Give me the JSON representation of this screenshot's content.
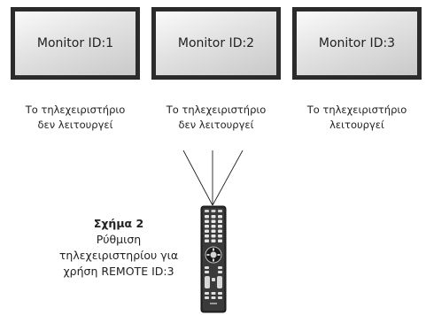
{
  "monitors": [
    {
      "label": "Monitor ID:1",
      "caption_line1": "Το τηλεχειριστήριο",
      "caption_line2": "δεν λειτουργεί"
    },
    {
      "label": "Monitor ID:2",
      "caption_line1": "Το τηλεχειριστήριο",
      "caption_line2": "δεν λειτουργεί"
    },
    {
      "label": "Monitor ID:3",
      "caption_line1": "Το τηλεχειριστήριο",
      "caption_line2": "λειτουργεί"
    }
  ],
  "figure": {
    "title": "Σχήμα 2",
    "line1": "Ρύθμιση",
    "line2": "τηλεχειριστηρίου για",
    "line3": "χρήση REMOTE ID:3"
  },
  "colors": {
    "monitor_frame": "#2b2b2b",
    "screen": "#e2e2e2",
    "remote_body": "#2a2a2a"
  },
  "icons": {
    "remote": "remote-control-icon"
  }
}
